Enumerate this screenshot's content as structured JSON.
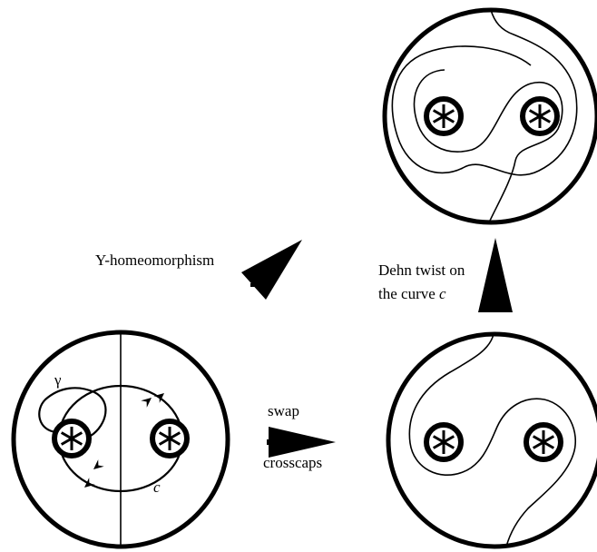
{
  "labels": {
    "y_homeomorphism": "Y-homeomorphism",
    "dehn_line1": "Dehn twist on",
    "dehn_line2_prefix": "the curve ",
    "dehn_curve_name": "c",
    "swap": "swap",
    "crosscaps": "crosscaps",
    "gamma": "γ",
    "curve_c": "c"
  }
}
